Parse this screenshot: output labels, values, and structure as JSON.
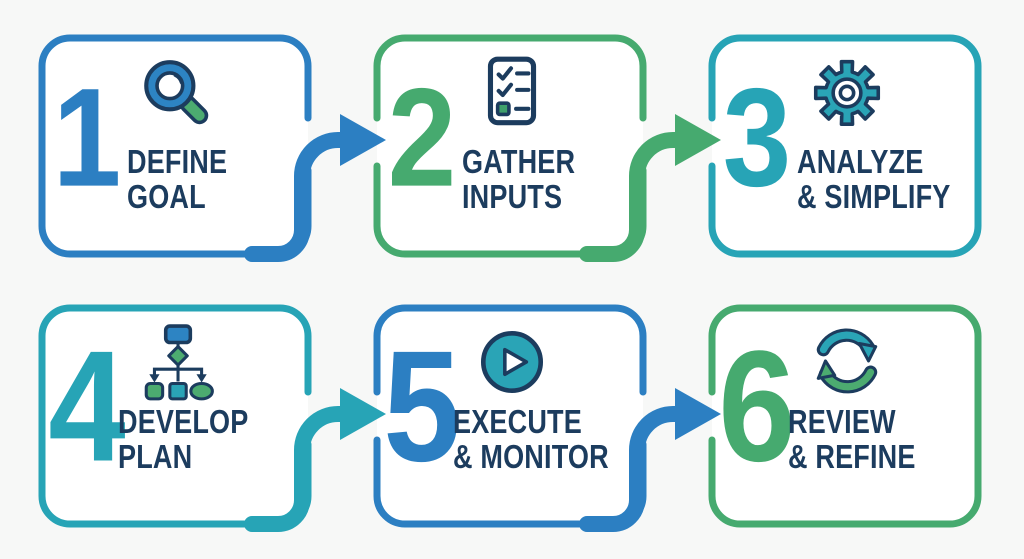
{
  "diagram": {
    "type": "process-flow-infographic",
    "step_count": 6,
    "palette": {
      "blue": "#2c7fc2",
      "green": "#46aa6f",
      "teal": "#27a4b6",
      "navy_text": "#1c3c5e",
      "background": "#f7f8f7",
      "box_fill": "#ffffff"
    }
  },
  "steps": [
    {
      "number": "1",
      "label_line1": "DEFINE",
      "label_line2": "GOAL",
      "icon": "magnifier-icon",
      "accent": "blue"
    },
    {
      "number": "2",
      "label_line1": "GATHER",
      "label_line2": "INPUTS",
      "icon": "checklist-icon",
      "accent": "green"
    },
    {
      "number": "3",
      "label_line1": "ANALYZE",
      "label_line2": "& SIMPLIFY",
      "icon": "gear-icon",
      "accent": "teal"
    },
    {
      "number": "4",
      "label_line1": "DEVELOP",
      "label_line2": "PLAN",
      "icon": "flowchart-icon",
      "accent": "teal"
    },
    {
      "number": "5",
      "label_line1": "EXECUTE",
      "label_line2": "& MONITOR",
      "icon": "play-icon",
      "accent": "blue"
    },
    {
      "number": "6",
      "label_line1": "REVIEW",
      "label_line2": "& REFINE",
      "icon": "cycle-icon",
      "accent": "green"
    }
  ],
  "arrows": [
    {
      "from_step": "1",
      "to_step": "2",
      "color": "blue"
    },
    {
      "from_step": "2",
      "to_step": "3",
      "color": "green"
    },
    {
      "from_step": "4",
      "to_step": "5",
      "color": "teal"
    },
    {
      "from_step": "5",
      "to_step": "6",
      "color": "blue"
    }
  ]
}
